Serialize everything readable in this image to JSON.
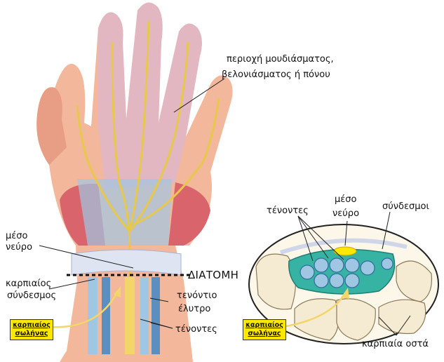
{
  "labels": {
    "numbness_line1": "περιοχή μουδιάσματος,",
    "numbness_line2": "βελονιάσματος ή πόνου",
    "median_nerve_line1": "μέσο",
    "median_nerve_line2": "νεύρο",
    "carpal_ligament_line1": "καρπιαίος",
    "carpal_ligament_line2": "σύνδεσμος",
    "section": "ΔΙΑΤΟΜΗ",
    "tendon_sheath_line1": "τενόντιο",
    "tendon_sheath_line2": "έλυτρο",
    "tendons_left": "τένοντες",
    "tendons_right": "τένοντες",
    "median_nerve_right_line1": "μέσο",
    "median_nerve_right_line2": "νεύρο",
    "ligaments": "σύνδεσμοι",
    "carpal_bones": "καρπιαία οστά"
  },
  "tunnel_box_left": {
    "line1": "καρπιαίος",
    "line2": "σωλήνας"
  },
  "tunnel_box_right": {
    "line1": "καρπιαίος",
    "line2": "σωλήνας"
  },
  "colors": {
    "skin": "#f3b79c",
    "skin_shade": "#e79e84",
    "highlight": "#dfb7c9",
    "nerve": "#f2d66a",
    "tendon": "#9fc6e3",
    "tendon_dark": "#5a8fbf",
    "muscle": "#d9646b",
    "sheath": "#37b3a4",
    "bone": "#f5ead2",
    "callout_box": "#ffe800"
  }
}
